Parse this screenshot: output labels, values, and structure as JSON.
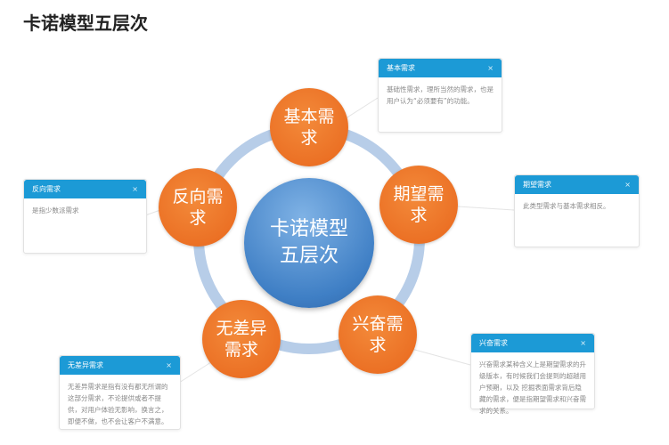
{
  "title": "卡诺模型五层次",
  "center": "卡诺模型五层次",
  "nodes": {
    "basic": "基本需求",
    "expected": "期望需求",
    "exciting": "兴奋需求",
    "indifferent": "无差异需求",
    "reverse": "反向需求"
  },
  "boxes": {
    "basic": {
      "title": "基本需求",
      "close": "×",
      "body": "基础性需求，理所当然的需求，也是用户认为“必须要有”的功能。"
    },
    "expected": {
      "title": "期望需求",
      "close": "×",
      "body": "此类型需求与基本需求相反。"
    },
    "reverse": {
      "title": "反向需求",
      "close": "×",
      "body": "是指少数派需求"
    },
    "indifferent": {
      "title": "无差异需求",
      "close": "×",
      "body": "无差异需求是指有没有都无所谓的这部分需求，不论提供或者不提供，对用户体验无影响，换言之，即便不做，也不会让客户不满意。"
    },
    "exciting": {
      "title": "兴奋需求",
      "close": "×",
      "body": "兴奋需求某种含义上是期望需求的升级版本，有时候我们会提到的超越用户预期，以及 挖掘表面需求背后隐藏的需求，便是指期望需求和兴奋需求的关系。"
    }
  },
  "colors": {
    "orange": "#ee7527",
    "blue": "#3f7fc5",
    "ring": "#b7cde8",
    "header": "#1c9ad6"
  }
}
